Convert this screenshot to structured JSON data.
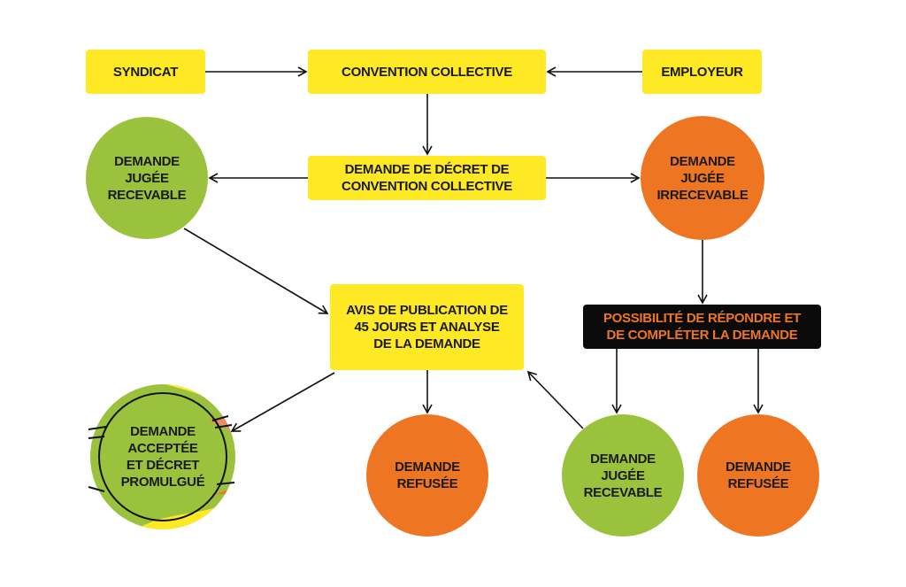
{
  "nodes": {
    "syndicat": "SYNDICAT",
    "convention": "CONVENTION COLLECTIVE",
    "employeur": "EMPLOYEUR",
    "demande_decret": "DEMANDE DE DÉCRET DE\nCONVENTION COLLECTIVE",
    "recevable_left": "DEMANDE\nJUGÉE\nRECEVABLE",
    "irrecevable": "DEMANDE\nJUGÉE\nIRRECEVABLE",
    "avis": "AVIS DE PUBLICATION DE\n45 JOURS ET ANALYSE\nDE LA DEMANDE",
    "possibilite": "POSSIBILITÉ DE RÉPONDRE ET\nDE COMPLÉTER LA DEMANDE",
    "acceptee": "DEMANDE\nACCEPTÉE\nET DÉCRET\nPROMULGUÉ",
    "refusee_mid": "DEMANDE\nREFUSÉE",
    "recevable_bottom": "DEMANDE\nJUGÉE\nRECEVABLE",
    "refusee_right": "DEMANDE\nREFUSÉE"
  },
  "colors": {
    "yellow": "#ffe925",
    "green": "#9bc23c",
    "orange": "#ee7623",
    "black": "#0b0b0b"
  }
}
